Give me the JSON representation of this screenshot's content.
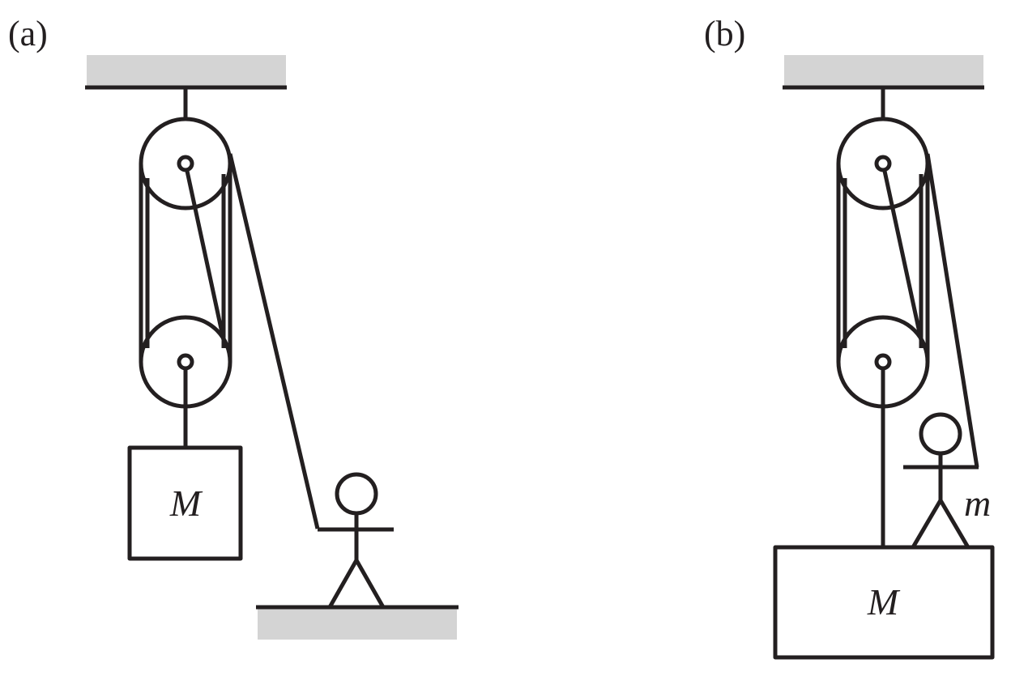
{
  "colors": {
    "ink": "#231f20",
    "support_fill": "#d4d4d4",
    "background": "#ffffff"
  },
  "panel_a": {
    "label": "(a)",
    "block_label": "M"
  },
  "panel_b": {
    "label": "(b)",
    "block_label": "M",
    "person_label": "m"
  }
}
